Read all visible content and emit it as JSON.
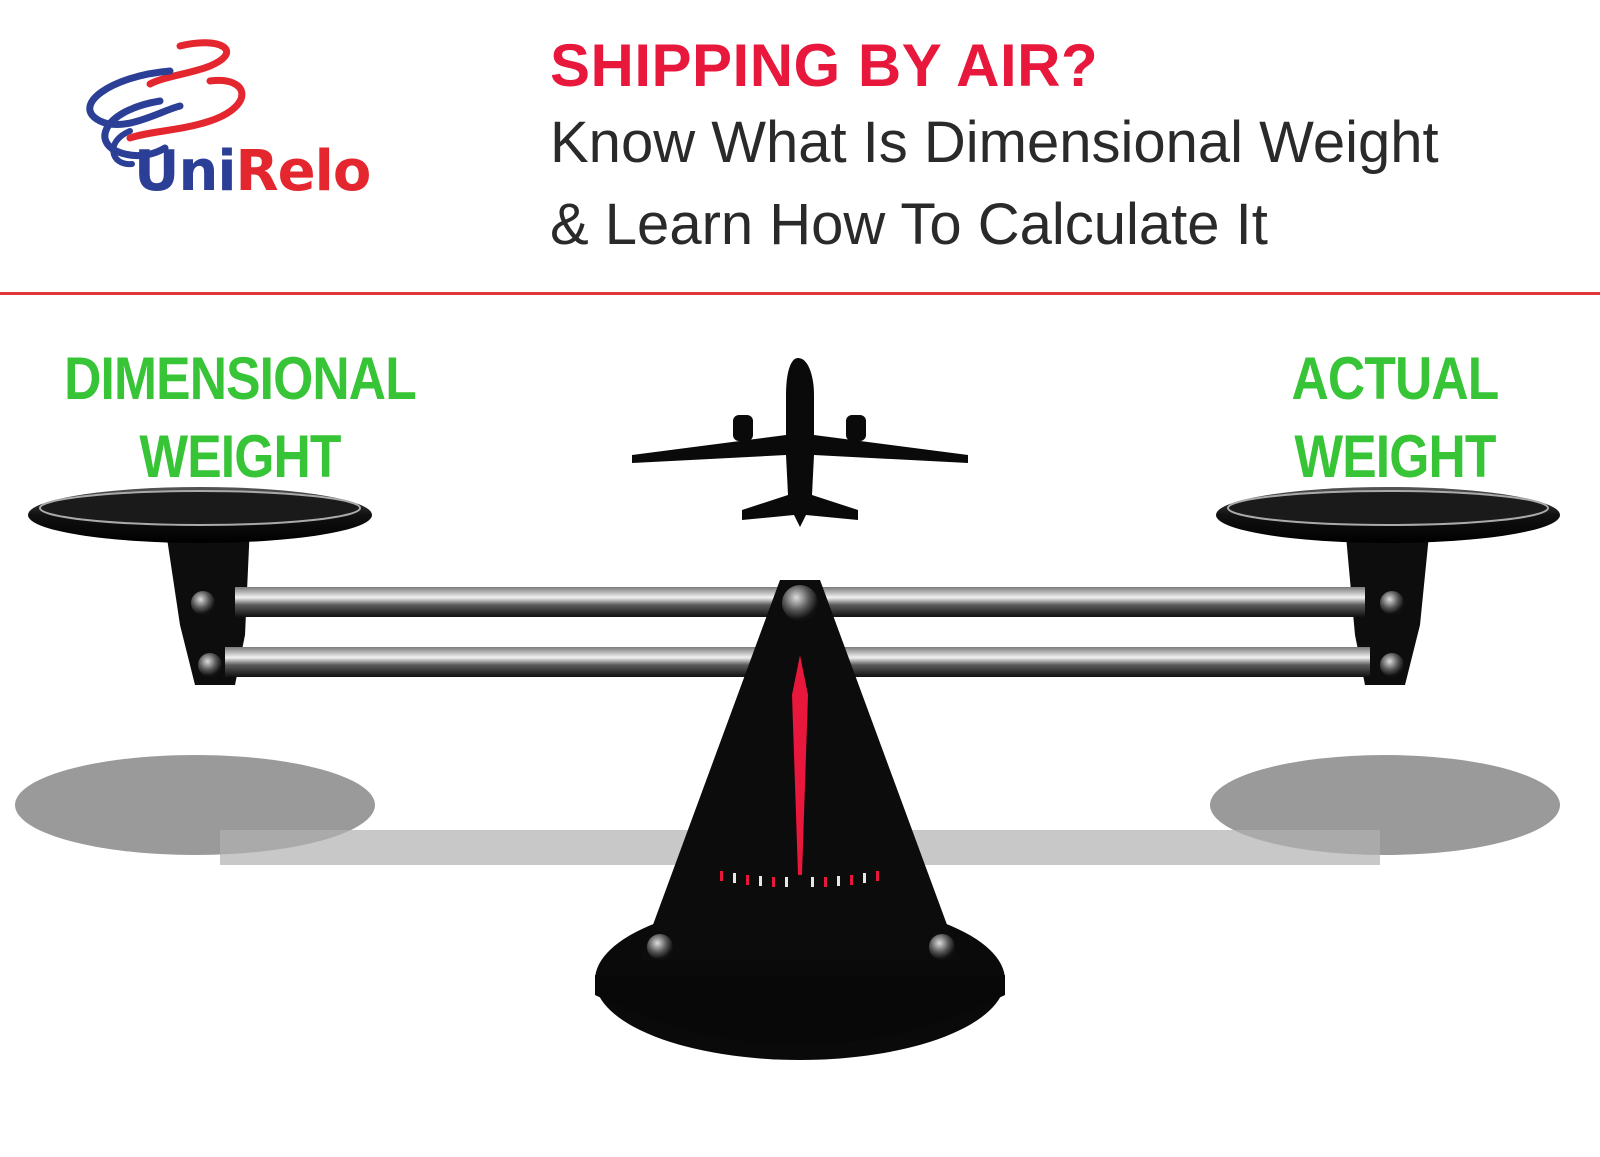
{
  "brand": {
    "logo_uni": "Uni",
    "logo_relo": "Relo",
    "colors": {
      "blue": "#2b3f96",
      "red": "#e4262f"
    }
  },
  "headline": {
    "title": "SHIPPING BY AIR?",
    "line1": "Know What Is Dimensional Weight",
    "line2": "& Learn How To Calculate It",
    "title_color": "#e8173c"
  },
  "scale": {
    "left_line1": "DIMENSIONAL",
    "left_line2": "WEIGHT",
    "right_line1": "ACTUAL",
    "right_line2": "WEIGHT",
    "label_color": "#37c437",
    "needle_color": "#e8173c"
  },
  "icons": [
    "unirelo-logo-icon",
    "airplane-icon",
    "balance-scale-icon"
  ]
}
